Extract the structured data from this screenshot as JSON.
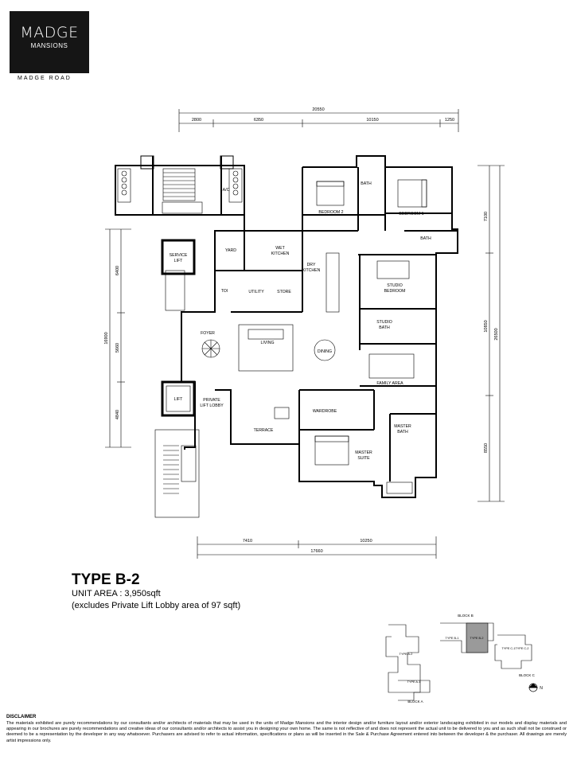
{
  "logo": {
    "brand": "MADGE",
    "sub": "MANSIONS",
    "road": "MADGE ROAD"
  },
  "dimensions": {
    "top_total": "20550",
    "top_segments": [
      "2800",
      "6350",
      "10150",
      "1250"
    ],
    "left_total": "16900",
    "left_segments": [
      "6400",
      "5660",
      "4840"
    ],
    "right_total": "26500",
    "right_segments": [
      "7100",
      "10850",
      "8550"
    ],
    "bottom_total": "17660",
    "bottom_segments": [
      "7410",
      "10250"
    ]
  },
  "rooms": {
    "bedroom2": "BEDROOM 2",
    "bedroom1": "BEDROOM 1",
    "bath1": "BATH",
    "bath2": "BATH",
    "ac": "A/C",
    "service_lift": [
      "SERVICE",
      "LIFT"
    ],
    "yard": "YARD",
    "wet_kitchen": [
      "WET",
      "KITCHEN"
    ],
    "dry_kitchen": [
      "DRY",
      "KITCHEN"
    ],
    "toilet": "TOI",
    "utility": "UTILITY",
    "store": "STORE",
    "studio_bedroom": [
      "STUDIO",
      "BEDROOM"
    ],
    "studio_bath": [
      "STUDIO",
      "BATH"
    ],
    "foyer": "FOYER",
    "living": "LIVING",
    "dining": "DINING",
    "family_area": "FAMILY AREA",
    "lift": "LIFT",
    "private_lift_lobby": [
      "PRIVATE",
      "LIFT LOBBY"
    ],
    "terrace": "TERRACE",
    "wardrobe": "WARDROBE",
    "master_bath": [
      "MASTER",
      "BATH"
    ],
    "master_suite": [
      "MASTER",
      "SUITE"
    ]
  },
  "unit": {
    "type": "TYPE B-2",
    "area": "UNIT AREA : 3,950sqft",
    "excludes": "(excludes Private Lift Lobby area of 97 sqft)"
  },
  "keyplan": {
    "block_b": "BLOCK B",
    "block_c": "BLOCK C",
    "block_a": "BLOCK A",
    "labels": [
      "TYPE B-1",
      "TYPE B-2",
      "TYPE C-1",
      "TYPE C-2",
      "TYPE A-2",
      "TYPE A-1"
    ],
    "north": "N",
    "highlight_color": "#9a9a9a"
  },
  "disclaimer": {
    "title": "DISCLAIMER",
    "text": "The materials exhibited are purely recommendations by our consultants and/or architects of materials that may be used in the units of Madge Mansions and the interior design and/or furniture layout and/or exterior landscaping exhibited in our models and display materials and appearing in our brochures are purely recommendations and creative ideas of our consultants and/or architects to assist you in designing your own home. The same is not reflective of and does not represent the actual unit to be delivered to you and as such shall not be construed or deemed to be a representation by the developer in any way whatsoever. Purchasers are advised to refer to actual information, specifications or plans as will be inserted in the Sale & Purchase Agreement entered into between the developer & the purchaser.  All drawings are merely artist impressions only."
  }
}
